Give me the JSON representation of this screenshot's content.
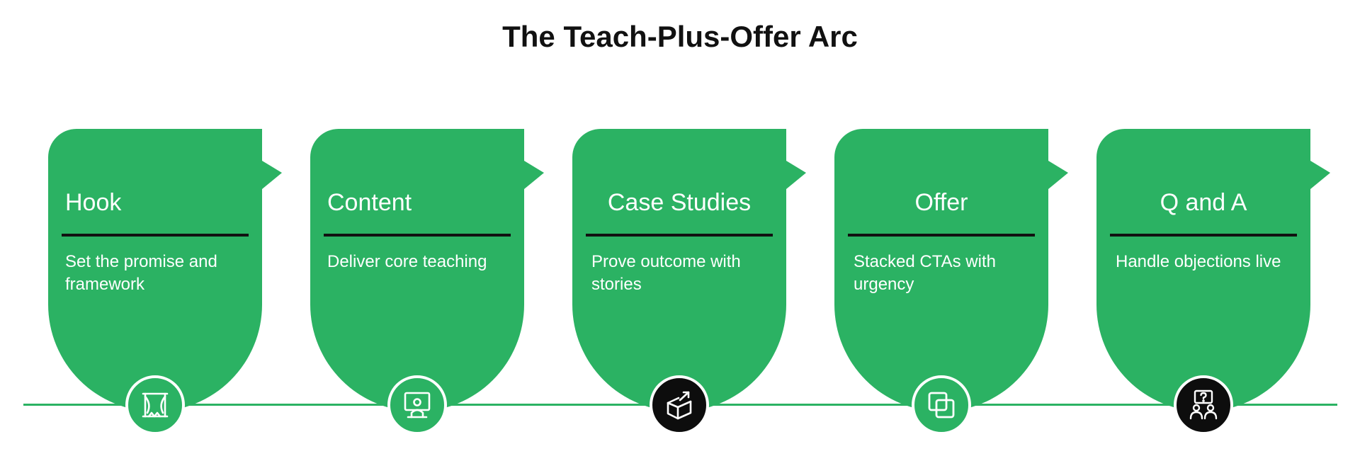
{
  "title": "The Teach-Plus-Offer Arc",
  "colors": {
    "stage_fill": "#2bb263",
    "timeline": "#2bb263",
    "divider": "#111111",
    "marker_dark": "#0d0d0d",
    "text_light": "#ffffff",
    "title_text": "#111111"
  },
  "stages": [
    {
      "title": "Hook",
      "description": "Set the promise and framework",
      "icon": "theater-curtain-icon",
      "marker_style": "green"
    },
    {
      "title": "Content",
      "description": "Deliver core teaching",
      "icon": "presenter-board-icon",
      "marker_style": "green"
    },
    {
      "title": "Case Studies",
      "description": "Prove outcome with stories",
      "icon": "box-growth-arrow-icon",
      "marker_style": "black"
    },
    {
      "title": "Offer",
      "description": "Stacked CTAs with urgency",
      "icon": "stacked-squares-icon",
      "marker_style": "green"
    },
    {
      "title": "Q and A",
      "description": "Handle objections live",
      "icon": "question-people-icon",
      "marker_style": "black"
    }
  ]
}
